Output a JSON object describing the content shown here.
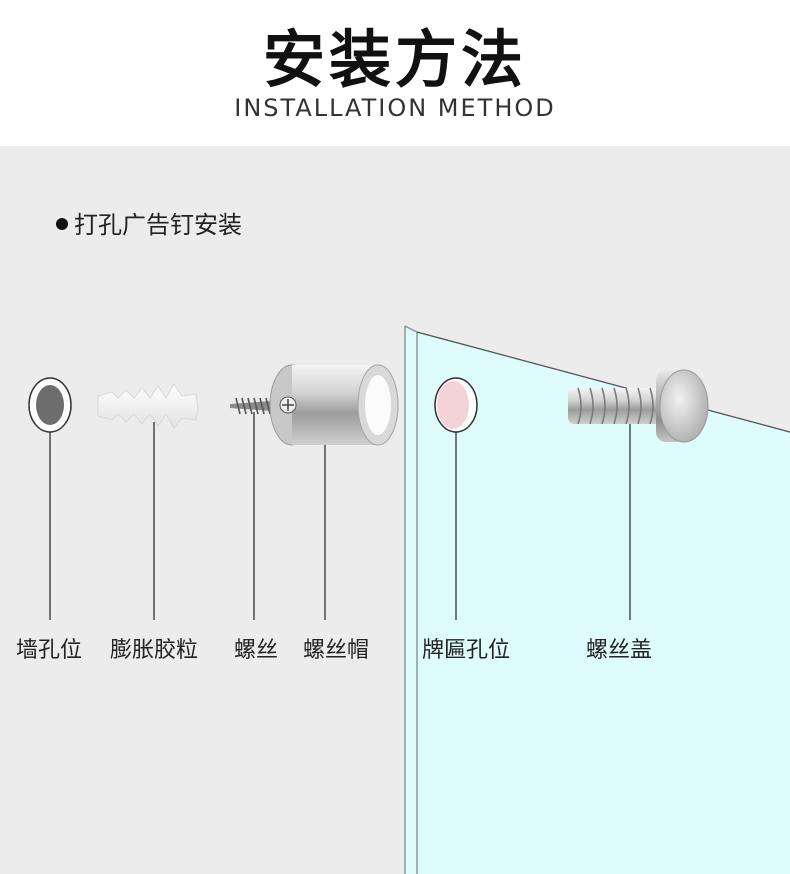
{
  "header": {
    "title": "安装方法",
    "subtitle": "INSTALLATION METHOD"
  },
  "section": {
    "title": "打孔广告钉安装"
  },
  "labels": {
    "wall_hole": "墙孔位",
    "expansion_plug": "膨胀胶粒",
    "screw": "螺丝",
    "screw_cap": "螺丝帽",
    "sign_hole": "牌匾孔位",
    "screw_cover": "螺丝盖"
  },
  "colors": {
    "background": "#ececec",
    "glass": "#dffcfc",
    "sign_hole": "#f3d3d8",
    "wall_hole": "#6d6d6d"
  }
}
